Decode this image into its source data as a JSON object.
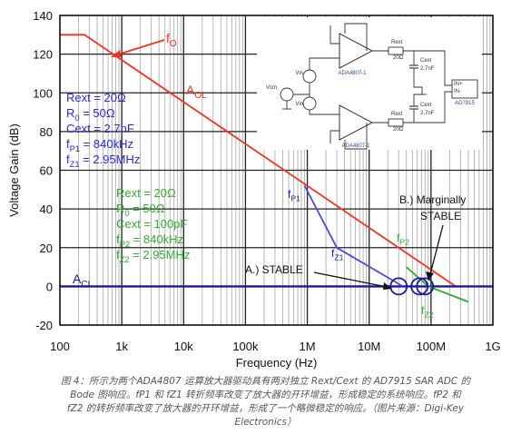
{
  "chart_data": {
    "type": "line",
    "xlabel": "Frequency (Hz)",
    "ylabel": "Voltage Gain (dB)",
    "x_scale": "log",
    "xlim": [
      100,
      1000000000
    ],
    "ylim": [
      -20,
      140
    ],
    "grid": true,
    "x_ticks": [
      {
        "value": 100,
        "label": "100"
      },
      {
        "value": 1000,
        "label": "1k"
      },
      {
        "value": 10000,
        "label": "10k"
      },
      {
        "value": 100000,
        "label": "100k"
      },
      {
        "value": 1000000,
        "label": "1M"
      },
      {
        "value": 10000000,
        "label": "10M"
      },
      {
        "value": 100000000,
        "label": "100M"
      },
      {
        "value": 1000000000,
        "label": "1G"
      }
    ],
    "y_ticks": [
      {
        "value": -20,
        "label": "-20"
      },
      {
        "value": 0,
        "label": "0"
      },
      {
        "value": 20,
        "label": "20"
      },
      {
        "value": 40,
        "label": "40"
      },
      {
        "value": 60,
        "label": "60"
      },
      {
        "value": 80,
        "label": "80"
      },
      {
        "value": 100,
        "label": "100"
      },
      {
        "value": 120,
        "label": "120"
      },
      {
        "value": 140,
        "label": "140"
      }
    ],
    "series": [
      {
        "name": "AOL",
        "color": "#ee3324",
        "x": [
          100,
          250,
          250000000
        ],
        "y": [
          130,
          130,
          0
        ]
      },
      {
        "name": "ACL",
        "color": "#1a1a99",
        "x": [
          100,
          1000000000
        ],
        "y": [
          0,
          0
        ]
      },
      {
        "name": "",
        "color": "#4a4ae8",
        "x": [
          900000,
          3000000,
          35000000
        ],
        "y": [
          52,
          20,
          0
        ]
      },
      {
        "name": "",
        "color": "#33aa33",
        "x": [
          40000000,
          90000000,
          400000000
        ],
        "y": [
          10,
          0,
          -8
        ]
      }
    ],
    "circles": [
      {
        "x": 30000000,
        "y": 0,
        "color": "#1a1a99"
      },
      {
        "x": 65000000,
        "y": 0,
        "color": "#1a1a99"
      },
      {
        "x": 80000000,
        "y": 0,
        "color": "#1a1a99"
      }
    ],
    "annotations": {
      "fo": {
        "main": "f",
        "sub": "O",
        "color": "#ee3324"
      },
      "aol": {
        "main": "A",
        "sub": "OL",
        "color": "#ee3324"
      },
      "acl": {
        "main": "A",
        "sub": "CL",
        "color": "#1a1a99"
      },
      "fp1": {
        "main": "f",
        "sub": "P1",
        "color": "#1a1a99"
      },
      "fz1": {
        "main": "f",
        "sub": "Z1",
        "color": "#1a1a99"
      },
      "fp2": {
        "main": "f",
        "sub": "P2",
        "color": "#33aa33"
      },
      "fz2": {
        "main": "f",
        "sub": "Z2",
        "color": "#33aa33"
      },
      "stable": "A.) STABLE",
      "marginal_line1": "B.) Marginally",
      "marginal_line2": "STABLE"
    },
    "params_set1": [
      {
        "main": "Rext = 20Ω",
        "sub": "",
        "rest": ""
      },
      {
        "main": "R",
        "sub": "0",
        "rest": " = 50Ω"
      },
      {
        "main": "Cext = 2.7nF",
        "sub": "",
        "rest": ""
      },
      {
        "main": "f",
        "sub": "P1",
        "rest": " = 840kHz"
      },
      {
        "main": "f",
        "sub": "Z1",
        "rest": " = 2.95MHz"
      }
    ],
    "params_set2": [
      {
        "main": "Rext = 20Ω",
        "sub": "",
        "rest": ""
      },
      {
        "main": "R",
        "sub": "0",
        "rest": " = 50Ω"
      },
      {
        "main": "Cext = 100pF",
        "sub": "",
        "rest": ""
      },
      {
        "main": "f",
        "sub": "P2",
        "rest": " = 840kHz"
      },
      {
        "main": "f",
        "sub": "Z2",
        "rest": " = 2.95MHz"
      }
    ]
  },
  "schematic": {
    "amp_top": "ADA4807-1",
    "amp_bottom": "ADA4807-1",
    "vin_top": "Vin",
    "vin_bottom": "Vin",
    "vcm": "Vcm",
    "rext_label": "Rext",
    "res_top_value": "20Ω",
    "res_bottom_value": "20Ω",
    "cext_label": "Cext",
    "cap_top_value": "2.7nF",
    "cap_bottom_value": "2.7nF",
    "in_pos": "IN+",
    "in_neg": "IN-",
    "adc": "AD7915"
  },
  "caption": {
    "line1": "图 4：所示为两个ADA4807 运算放大器驱动具有两对独立 Rext/Cext 的 AD7915 SAR ADC 的",
    "line2": "Bode 图响应。fP1 和 fZ1 转折频率改变了放大器的开环增益，形成稳定的系统响应。fP2 和",
    "line3": "fZ2 的转折频率改变了放大器的开环增益，形成了一个略微稳定的响应。（图片来源：Digi-Key",
    "line4": "Electronics）"
  }
}
